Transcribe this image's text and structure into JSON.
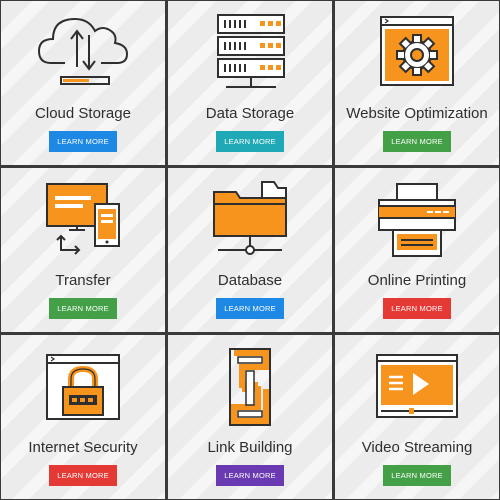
{
  "colors": {
    "blue": "#1e88e5",
    "teal": "#1fa9b6",
    "green": "#43a047",
    "red": "#e53935",
    "purple": "#6a3ab2",
    "orange": "#f7941d",
    "ink": "#2f2f2f"
  },
  "tiles": [
    {
      "icon": "cloud-upload-icon",
      "title": "Cloud Storage",
      "button": "LEARN MORE",
      "button_color": "blue"
    },
    {
      "icon": "server-rack-icon",
      "title": "Data Storage",
      "button": "LEARN MORE",
      "button_color": "teal"
    },
    {
      "icon": "browser-gear-icon",
      "title": "Website Optimization",
      "button": "LEARN MORE",
      "button_color": "green"
    },
    {
      "icon": "devices-transfer-icon",
      "title": "Transfer",
      "button": "LEARN MORE",
      "button_color": "green"
    },
    {
      "icon": "network-folder-icon",
      "title": "Database",
      "button": "LEARN MORE",
      "button_color": "blue"
    },
    {
      "icon": "printer-icon",
      "title": "Online Printing",
      "button": "LEARN MORE",
      "button_color": "red"
    },
    {
      "icon": "browser-lock-icon",
      "title": "Internet Security",
      "button": "LEARN MORE",
      "button_color": "red"
    },
    {
      "icon": "chain-link-icon",
      "title": "Link Building",
      "button": "LEARN MORE",
      "button_color": "purple"
    },
    {
      "icon": "video-player-icon",
      "title": "Video Streaming",
      "button": "LEARN MORE",
      "button_color": "green"
    }
  ]
}
